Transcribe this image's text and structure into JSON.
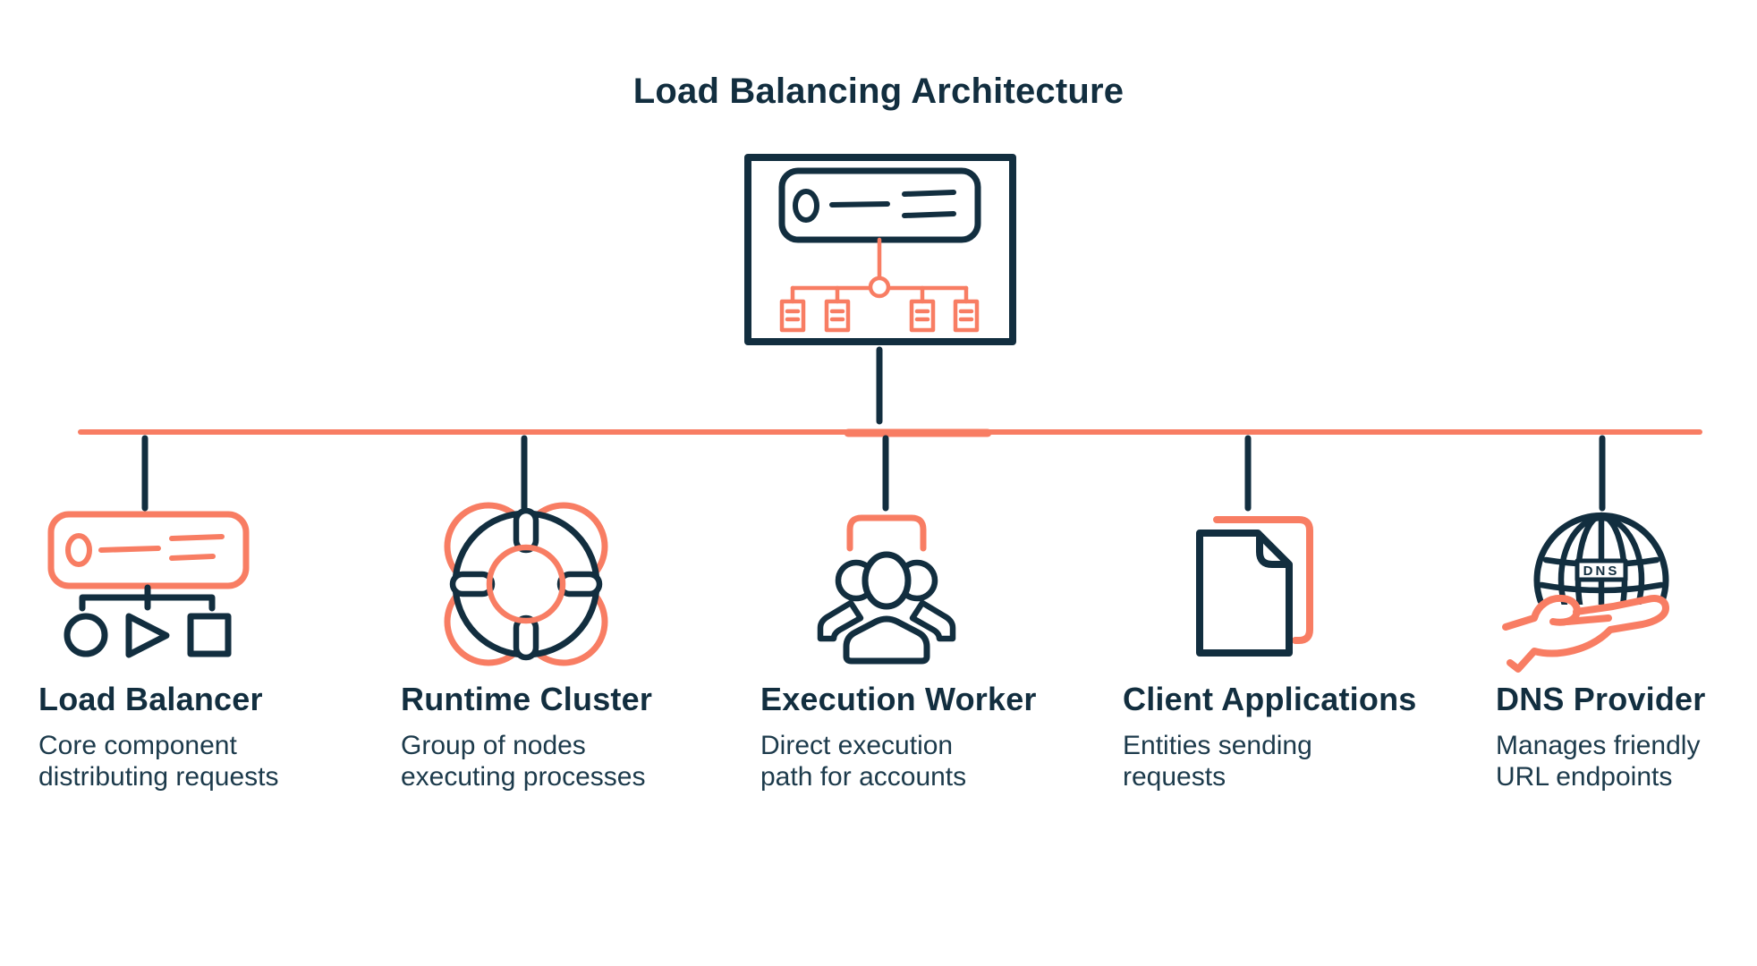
{
  "title": "Load Balancing Architecture",
  "colors": {
    "navy": "#122e3f",
    "coral": "#f87d63",
    "desc": "#1c3a4b",
    "background": "#ffffff"
  },
  "architecture_icon": "server-with-distribution-tree-icon",
  "globe_badge_label": "DNS",
  "components": [
    {
      "id": "load-balancer",
      "heading": "Load Balancer",
      "desc_line1": "Core component",
      "desc_line2": "distributing requests",
      "icon": "server-routing-shapes-icon"
    },
    {
      "id": "runtime-cluster",
      "heading": "Runtime Cluster",
      "desc_line1": "Group of nodes",
      "desc_line2": "executing processes",
      "icon": "lifebuoy-icon"
    },
    {
      "id": "execution-worker",
      "heading": "Execution Worker",
      "desc_line1": "Direct execution",
      "desc_line2": "path for accounts",
      "icon": "people-group-icon"
    },
    {
      "id": "client-applications",
      "heading": "Client Applications",
      "desc_line1": "Entities sending",
      "desc_line2": "requests",
      "icon": "documents-icon"
    },
    {
      "id": "dns-provider",
      "heading": "DNS Provider",
      "desc_line1": "Manages friendly",
      "desc_line2": "URL endpoints",
      "icon": "globe-in-hand-icon"
    }
  ]
}
